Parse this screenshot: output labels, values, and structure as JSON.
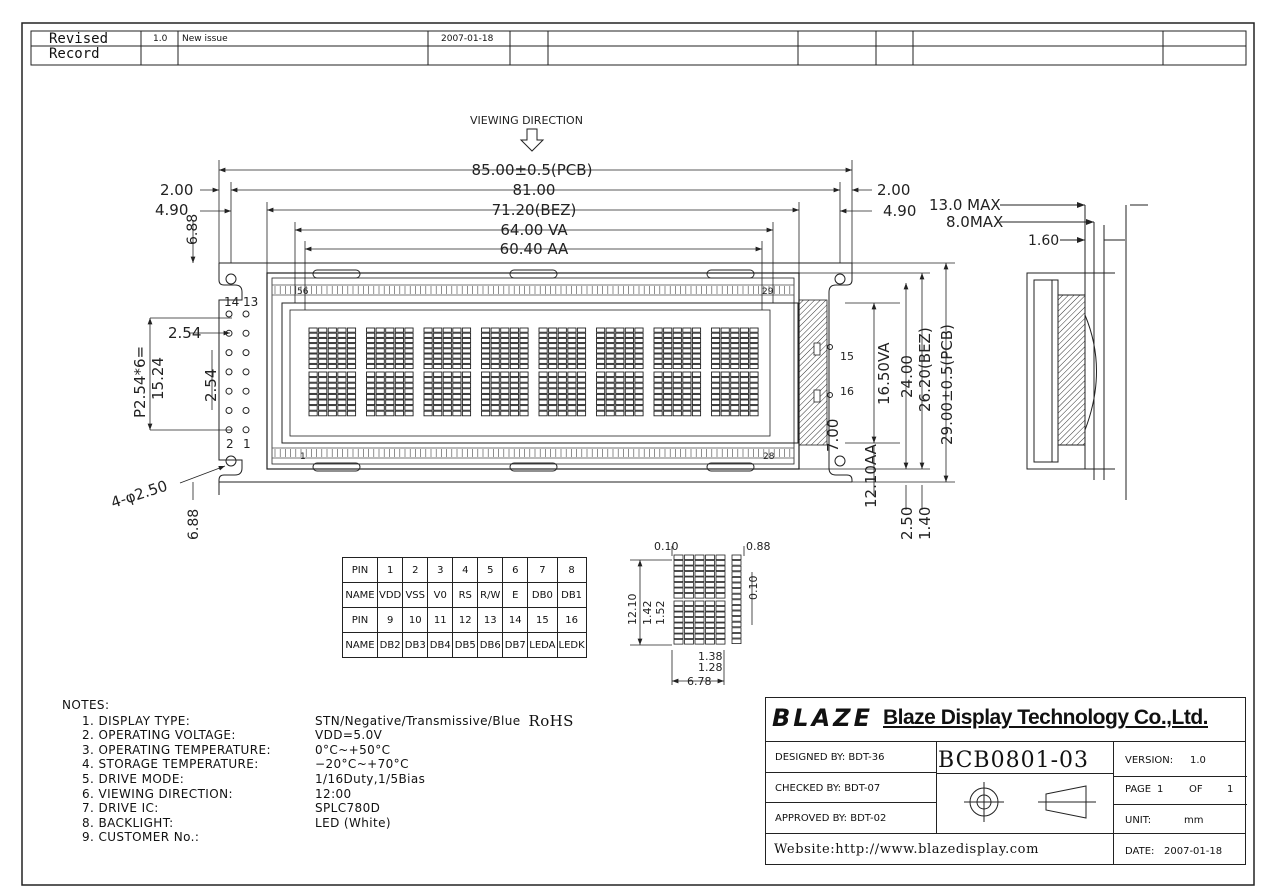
{
  "revision": {
    "label_line1": "Revised",
    "label_line2": "Record",
    "version": "1.0",
    "description": "New issue",
    "date": "2007-01-18"
  },
  "viewing_direction": "VIEWING DIRECTION",
  "dimensions": {
    "pcb_width": "85.00±0.5(PCB)",
    "hole_pitch": "81.00",
    "bezel_width": "71.20(BEZ)",
    "va_width": "64.00 VA",
    "aa_width": "60.40 AA",
    "left_margin_a": "2.00",
    "left_margin_b": "4.90",
    "right_margin_a": "2.00",
    "right_margin_b": "4.90",
    "top_offset": "6.88",
    "bottom_offset": "6.88",
    "pin_pitch_small": "2.54",
    "pin_pitch_side": "2.54",
    "pin_span": "P2.54*6=",
    "pin_span_value": "15.24",
    "hole_dia": "4-φ2.50",
    "va_height": "16.50VA",
    "bez_height_a": "24.00",
    "bez_height_b": "26.20(BEZ)",
    "pcb_height": "29.00±0.5(PCB)",
    "aa_offset": "7.00",
    "va_offset": "12.10AA",
    "bottom_a": "2.50",
    "bottom_b": "1.40",
    "thick_max": "13.0 MAX",
    "thick_8": "8.0MAX",
    "side_1_60": "1.60",
    "pin_1": "1",
    "pin_2": "2",
    "pin_13": "13",
    "pin_14": "14",
    "pin_15": "15",
    "pin_16": "16",
    "conn_56": "56",
    "conn_29": "29",
    "conn_1": "1",
    "conn_28": "28"
  },
  "char_detail": {
    "w1": "0.10",
    "w2": "0.88",
    "h_total": "12.10",
    "h1": "1.42",
    "h2": "1.52",
    "gap_v": "0.10",
    "d1": "1.38",
    "d2": "1.28",
    "d3": "6.78"
  },
  "pin_table": {
    "row1_head": "PIN",
    "row1": [
      "1",
      "2",
      "3",
      "4",
      "5",
      "6",
      "7",
      "8"
    ],
    "row2_head": "NAME",
    "row2": [
      "VDD",
      "VSS",
      "V0",
      "RS",
      "R/W",
      "E",
      "DB0",
      "DB1"
    ],
    "row3_head": "PIN",
    "row3": [
      "9",
      "10",
      "11",
      "12",
      "13",
      "14",
      "15",
      "16"
    ],
    "row4_head": "NAME",
    "row4": [
      "DB2",
      "DB3",
      "DB4",
      "DB5",
      "DB6",
      "DB7",
      "LEDA",
      "LEDK"
    ]
  },
  "notes": {
    "title": "NOTES:",
    "items": [
      {
        "k": "1. DISPLAY TYPE:",
        "v": "STN/Negative/Transmissive/Blue"
      },
      {
        "k": "2. OPERATING VOLTAGE:",
        "v": "VDD=5.0V"
      },
      {
        "k": "3. OPERATING TEMPERATURE:",
        "v": "0°C~+50°C"
      },
      {
        "k": "4. STORAGE TEMPERATURE:",
        "v": "−20°C~+70°C"
      },
      {
        "k": "5. DRIVE MODE:",
        "v": "1/16Duty,1/5Bias"
      },
      {
        "k": "6. VIEWING DIRECTION:",
        "v": "12:00"
      },
      {
        "k": "7. DRIVE IC:",
        "v": "SPLC780D"
      },
      {
        "k": "8. BACKLIGHT:",
        "v": "LED (White)"
      },
      {
        "k": "9. CUSTOMER No.:",
        "v": ""
      }
    ],
    "rohs": "RoHS"
  },
  "title_block": {
    "logo": "BLAZE",
    "company": "Blaze Display Technology Co.,Ltd.",
    "designed_by": "DESIGNED BY:  BDT-36",
    "checked_by": "CHECKED BY:  BDT-07",
    "approved_by": "APPROVED BY: BDT-02",
    "part_no": "BCB0801-03",
    "version_label": "VERSION:",
    "version": "1.0",
    "page_label": "PAGE",
    "page": "1",
    "of_label": "OF",
    "of": "1",
    "unit_label": "UNIT:",
    "unit": "mm",
    "date_label": "DATE:",
    "date": "2007-01-18",
    "website": "Website:http://www.blazedisplay.com"
  }
}
